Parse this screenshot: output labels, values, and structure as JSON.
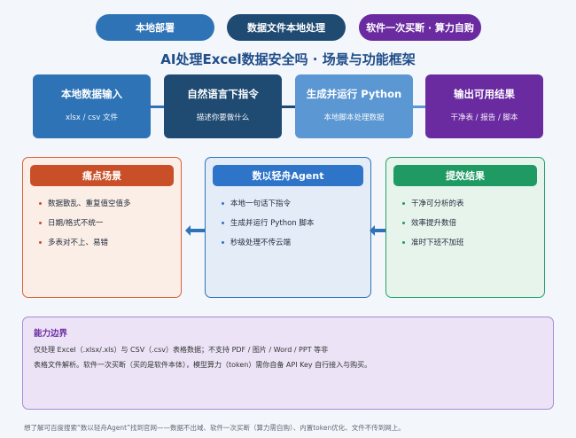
{
  "pills": [
    {
      "label": "本地部署"
    },
    {
      "label": "数据文件本地处理"
    },
    {
      "label": "软件一次买断 · 算力自购"
    }
  ],
  "title": "AI处理Excel数据安全吗 · 场景与功能框架",
  "steps": [
    {
      "title": "本地数据输入",
      "sub": "xlsx / csv 文件"
    },
    {
      "title": "自然语言下指令",
      "sub": "描述你要做什么"
    },
    {
      "title": "生成并运行 Python",
      "sub": "本地脚本处理数据"
    },
    {
      "title": "输出可用结果",
      "sub": "干净表 / 报告 / 脚本"
    }
  ],
  "panels": {
    "pain": {
      "title": "痛点场景",
      "items": [
        "数据散乱、重复值空值多",
        "日期/格式不统一",
        "多表对不上、易错"
      ]
    },
    "agent": {
      "title": "数以轻舟Agent",
      "items": [
        "本地一句话下指令",
        "生成并运行 Python 脚本",
        "秒级处理不传云端"
      ]
    },
    "result": {
      "title": "提效结果",
      "items": [
        "干净可分析的表",
        "效率提升数倍",
        "准时下班不加班"
      ]
    }
  },
  "bounds": {
    "title": "能力边界",
    "line1": "仅处理 Excel（.xlsx/.xls）与 CSV（.csv）表格数据；不支持 PDF / 图片 / Word / PPT 等非",
    "line2": "表格文件解析。软件一次买断（买的是软件本体），模型算力（token）需你自备 API Key 自行接入与购买。"
  },
  "footer": "想了解可百度搜索“数以轻舟Agent”找到官网——数据不出域、软件一次买断（算力需自购）、内置token优化、文件不传到网上。",
  "colors": {
    "blue": "#2f73b7",
    "navy": "#1f4a72",
    "purple": "#6a2aa0",
    "orange": "#c84f27",
    "green": "#1f9a63"
  }
}
